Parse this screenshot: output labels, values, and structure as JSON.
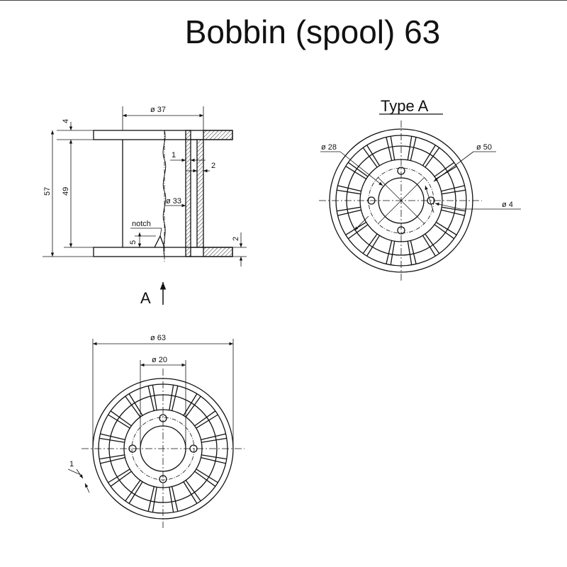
{
  "title": "Bobbin (spool) 63",
  "view_label": "Type A",
  "arrow_label": "A",
  "notch_label": "notch",
  "side_view": {
    "dim_width_top": "ø 37",
    "dim_flange_thickness": "4",
    "dim_total_height": "57",
    "dim_inner_height": "49",
    "dim_wall_1": "1",
    "dim_wall_2": "2",
    "dim_bore": "ø 33",
    "dim_notch": "5",
    "dim_bottom_2": "2"
  },
  "type_a_view": {
    "dim_inner": "ø 28",
    "dim_hub": "ø 50",
    "dim_hole": "ø 4"
  },
  "end_view": {
    "dim_outer": "ø 63",
    "dim_bore": "ø 20",
    "dim_rib": "1"
  },
  "colors": {
    "line": "#111111",
    "hatch": "#333333"
  }
}
